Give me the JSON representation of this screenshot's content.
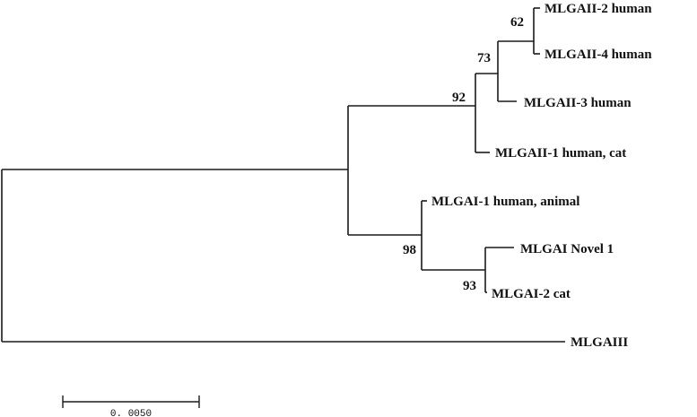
{
  "tree": {
    "leaves": {
      "mlgaii2": "MLGAII-2 human",
      "mlgaii4": "MLGAII-4 human",
      "mlgaii3": "MLGAII-3 human",
      "mlgaii1": "MLGAII-1 human, cat",
      "mlgai1": "MLGAI-1 human, animal",
      "mlgai_novel1": "MLGAI Novel 1",
      "mlgai2": "MLGAI-2 cat",
      "mlgaiii": "MLGAIII"
    },
    "bootstrap": {
      "node_62": "62",
      "node_73": "73",
      "node_92": "92",
      "node_98": "98",
      "node_93": "93"
    }
  },
  "scale_bar": {
    "label": "0. 0050",
    "value": 0.005
  }
}
